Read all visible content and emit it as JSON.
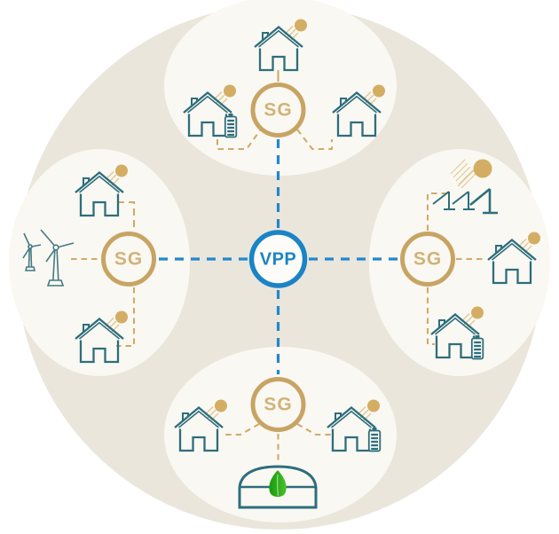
{
  "diagram": {
    "type": "network-diagram",
    "description": "Virtual power plant hub connected to four smart-grid clusters of distributed energy assets",
    "hub": {
      "label": "VPP",
      "color": "#1a84c6"
    },
    "smart_grids": [
      {
        "position": "top",
        "label": "SG",
        "assets": [
          "solar-house",
          "solar-house-with-battery",
          "solar-house"
        ]
      },
      {
        "position": "left",
        "label": "SG",
        "assets": [
          "solar-house",
          "wind-turbines",
          "solar-house"
        ]
      },
      {
        "position": "right",
        "label": "SG",
        "assets": [
          "solar-panel-array",
          "solar-house",
          "solar-house-with-battery"
        ]
      },
      {
        "position": "bottom",
        "label": "SG",
        "assets": [
          "solar-house",
          "solar-house-with-battery",
          "green-storage-tank"
        ]
      }
    ],
    "icons": {
      "house": "house-with-rooftop-solar-and-sun",
      "battery": "home-battery",
      "wind": "wind-turbines",
      "panels": "ground-solar-panel-array-with-sun",
      "tank": "storage-tank-with-green-leaf"
    },
    "colors": {
      "hub_blue": "#1a84c6",
      "blue_link": "#2388cb",
      "grid_ring_gold": "#c8a464",
      "grid_text_gold": "#d2b278",
      "tan_link": "#cfab6a",
      "sun_tan": "#d4ad65",
      "asset_teal": "#2d6e7d",
      "turbine_teal": "#457a84",
      "leaf_green": "#2fae1c",
      "outer_circle_fill": "#ebe6dc",
      "cluster_fill": "#faf8f2",
      "page_background": "#ffffff"
    }
  }
}
